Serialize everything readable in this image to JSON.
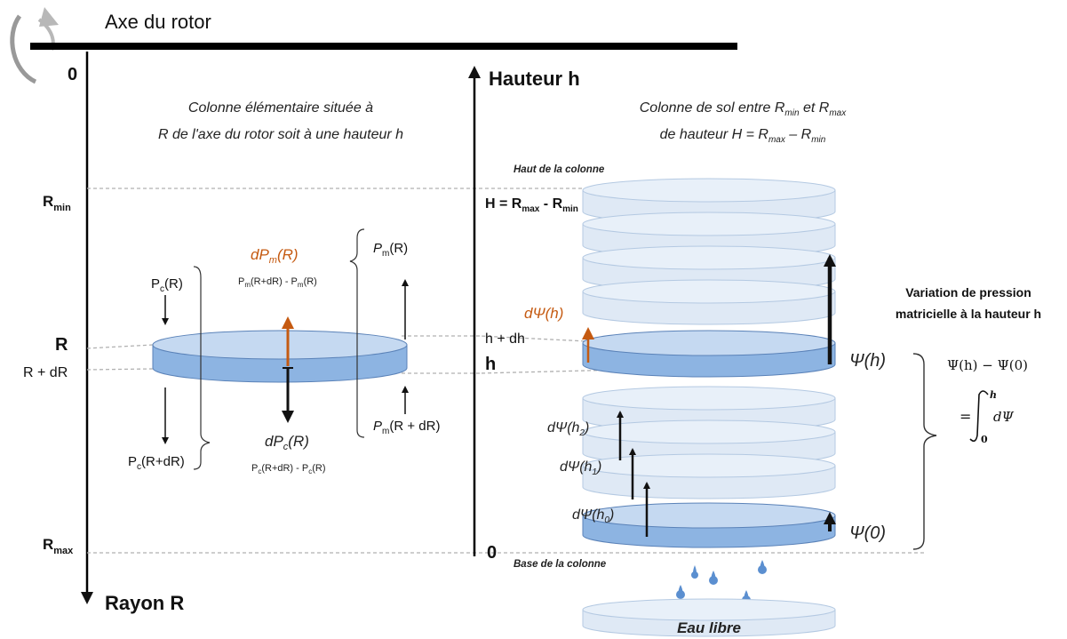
{
  "rotor_axis": {
    "label": "Axe du rotor",
    "zero": "0",
    "radius_label": "Rayon R",
    "r_min_base": "R",
    "r_min_sub": "min",
    "r": "R",
    "r_dr": "R + dR",
    "r_max_base": "R",
    "r_max_sub": "max"
  },
  "height_axis": {
    "label": "Hauteur h",
    "h_eq": {
      "a": "H = R",
      "b": "max",
      "c": " - R",
      "d": "min"
    },
    "h_plus_dh": "h + dh",
    "h": "h",
    "zero": "0"
  },
  "left_title": {
    "line1": "Colonne élémentaire située à",
    "line2": "R de l'axe du rotor soit à une hauteur h"
  },
  "right_title": {
    "line1_a": "Colonne de sol entre R",
    "line1_b": "min",
    "line1_c": " et R",
    "line1_d": "max",
    "line2_a": "de hauteur H = R",
    "line2_b": "max",
    "line2_c": " – R",
    "line2_d": "min"
  },
  "elementary": {
    "dpm_a": "dP",
    "dpm_b": "m",
    "dpm_c": "(R)",
    "dpm_formula_a": "P",
    "dpm_formula_b": "m",
    "dpm_formula_c": "(R+dR) - P",
    "dpm_formula_d": "m",
    "dpm_formula_e": "(R)",
    "pc_r_a": "P",
    "pc_r_b": "c",
    "pc_r_c": "(R)",
    "pm_r_a": "P",
    "pm_r_b": "m",
    "pm_r_c": "(R)",
    "dpc_a": "dP",
    "dpc_b": "c",
    "dpc_c": "(R)",
    "dpc_formula_a": "P",
    "dpc_formula_b": "c",
    "dpc_formula_c": "(R+dR) - P",
    "dpc_formula_d": "c",
    "dpc_formula_e": "(R)",
    "pc_rdr_a": "P",
    "pc_rdr_b": "c",
    "pc_rdr_c": "(R+dR)",
    "pm_rdr_a": "P",
    "pm_rdr_b": "m",
    "pm_rdr_c": "(R + dR)"
  },
  "soil_column": {
    "top_label": "Haut de la colonne",
    "base_label": "Base de la colonne",
    "dpsi_h": "dΨ(h)",
    "dpsi_h2_a": "dΨ(h",
    "dpsi_h2_b": "2",
    "dpsi_h2_c": ")",
    "dpsi_h1_a": "dΨ(h",
    "dpsi_h1_b": "1",
    "dpsi_h1_c": ")",
    "dpsi_h0_a": "dΨ(h",
    "dpsi_h0_b": "0",
    "dpsi_h0_c": ")",
    "psi_h": "Ψ(h)",
    "psi_0": "Ψ(0)",
    "free_water": "Eau libre"
  },
  "variation": {
    "title_line1": "Variation de pression",
    "title_line2": "matricielle à la hauteur h",
    "formula_line1": "Ψ(h) − Ψ(0)",
    "formula_eq": "=",
    "formula_upper": "h",
    "formula_lower": "0",
    "formula_integrand": "dΨ"
  },
  "colors": {
    "disk_fill": "#dfe9f5",
    "disk_top": "#e8f0f9",
    "disk_edge": "#b4c9e2",
    "highlight_side": "#8db4e2",
    "highlight_top": "#c5d9f1",
    "highlight_edge": "#5a82b8",
    "orange": "#c55a11",
    "drop": "#5b8fd0"
  }
}
